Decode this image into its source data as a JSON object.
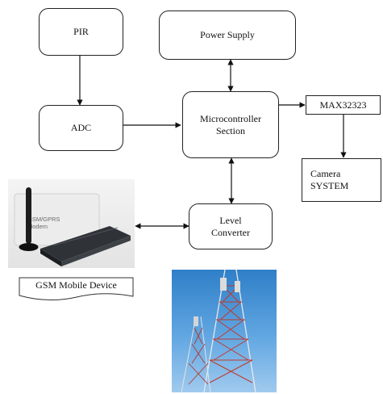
{
  "diagram": {
    "blocks": {
      "pir": "PIR",
      "power_supply": "Power Supply",
      "adc": "ADC",
      "microcontroller": "Microcontroller\nSection",
      "max": "MAX32323",
      "camera": "Camera\nSYSTEM",
      "level_converter": "Level\nConverter",
      "gsm_caption": "GSM Mobile Device"
    },
    "modem_image": {
      "printed_text": "GSM/GPRS\nModem"
    }
  }
}
